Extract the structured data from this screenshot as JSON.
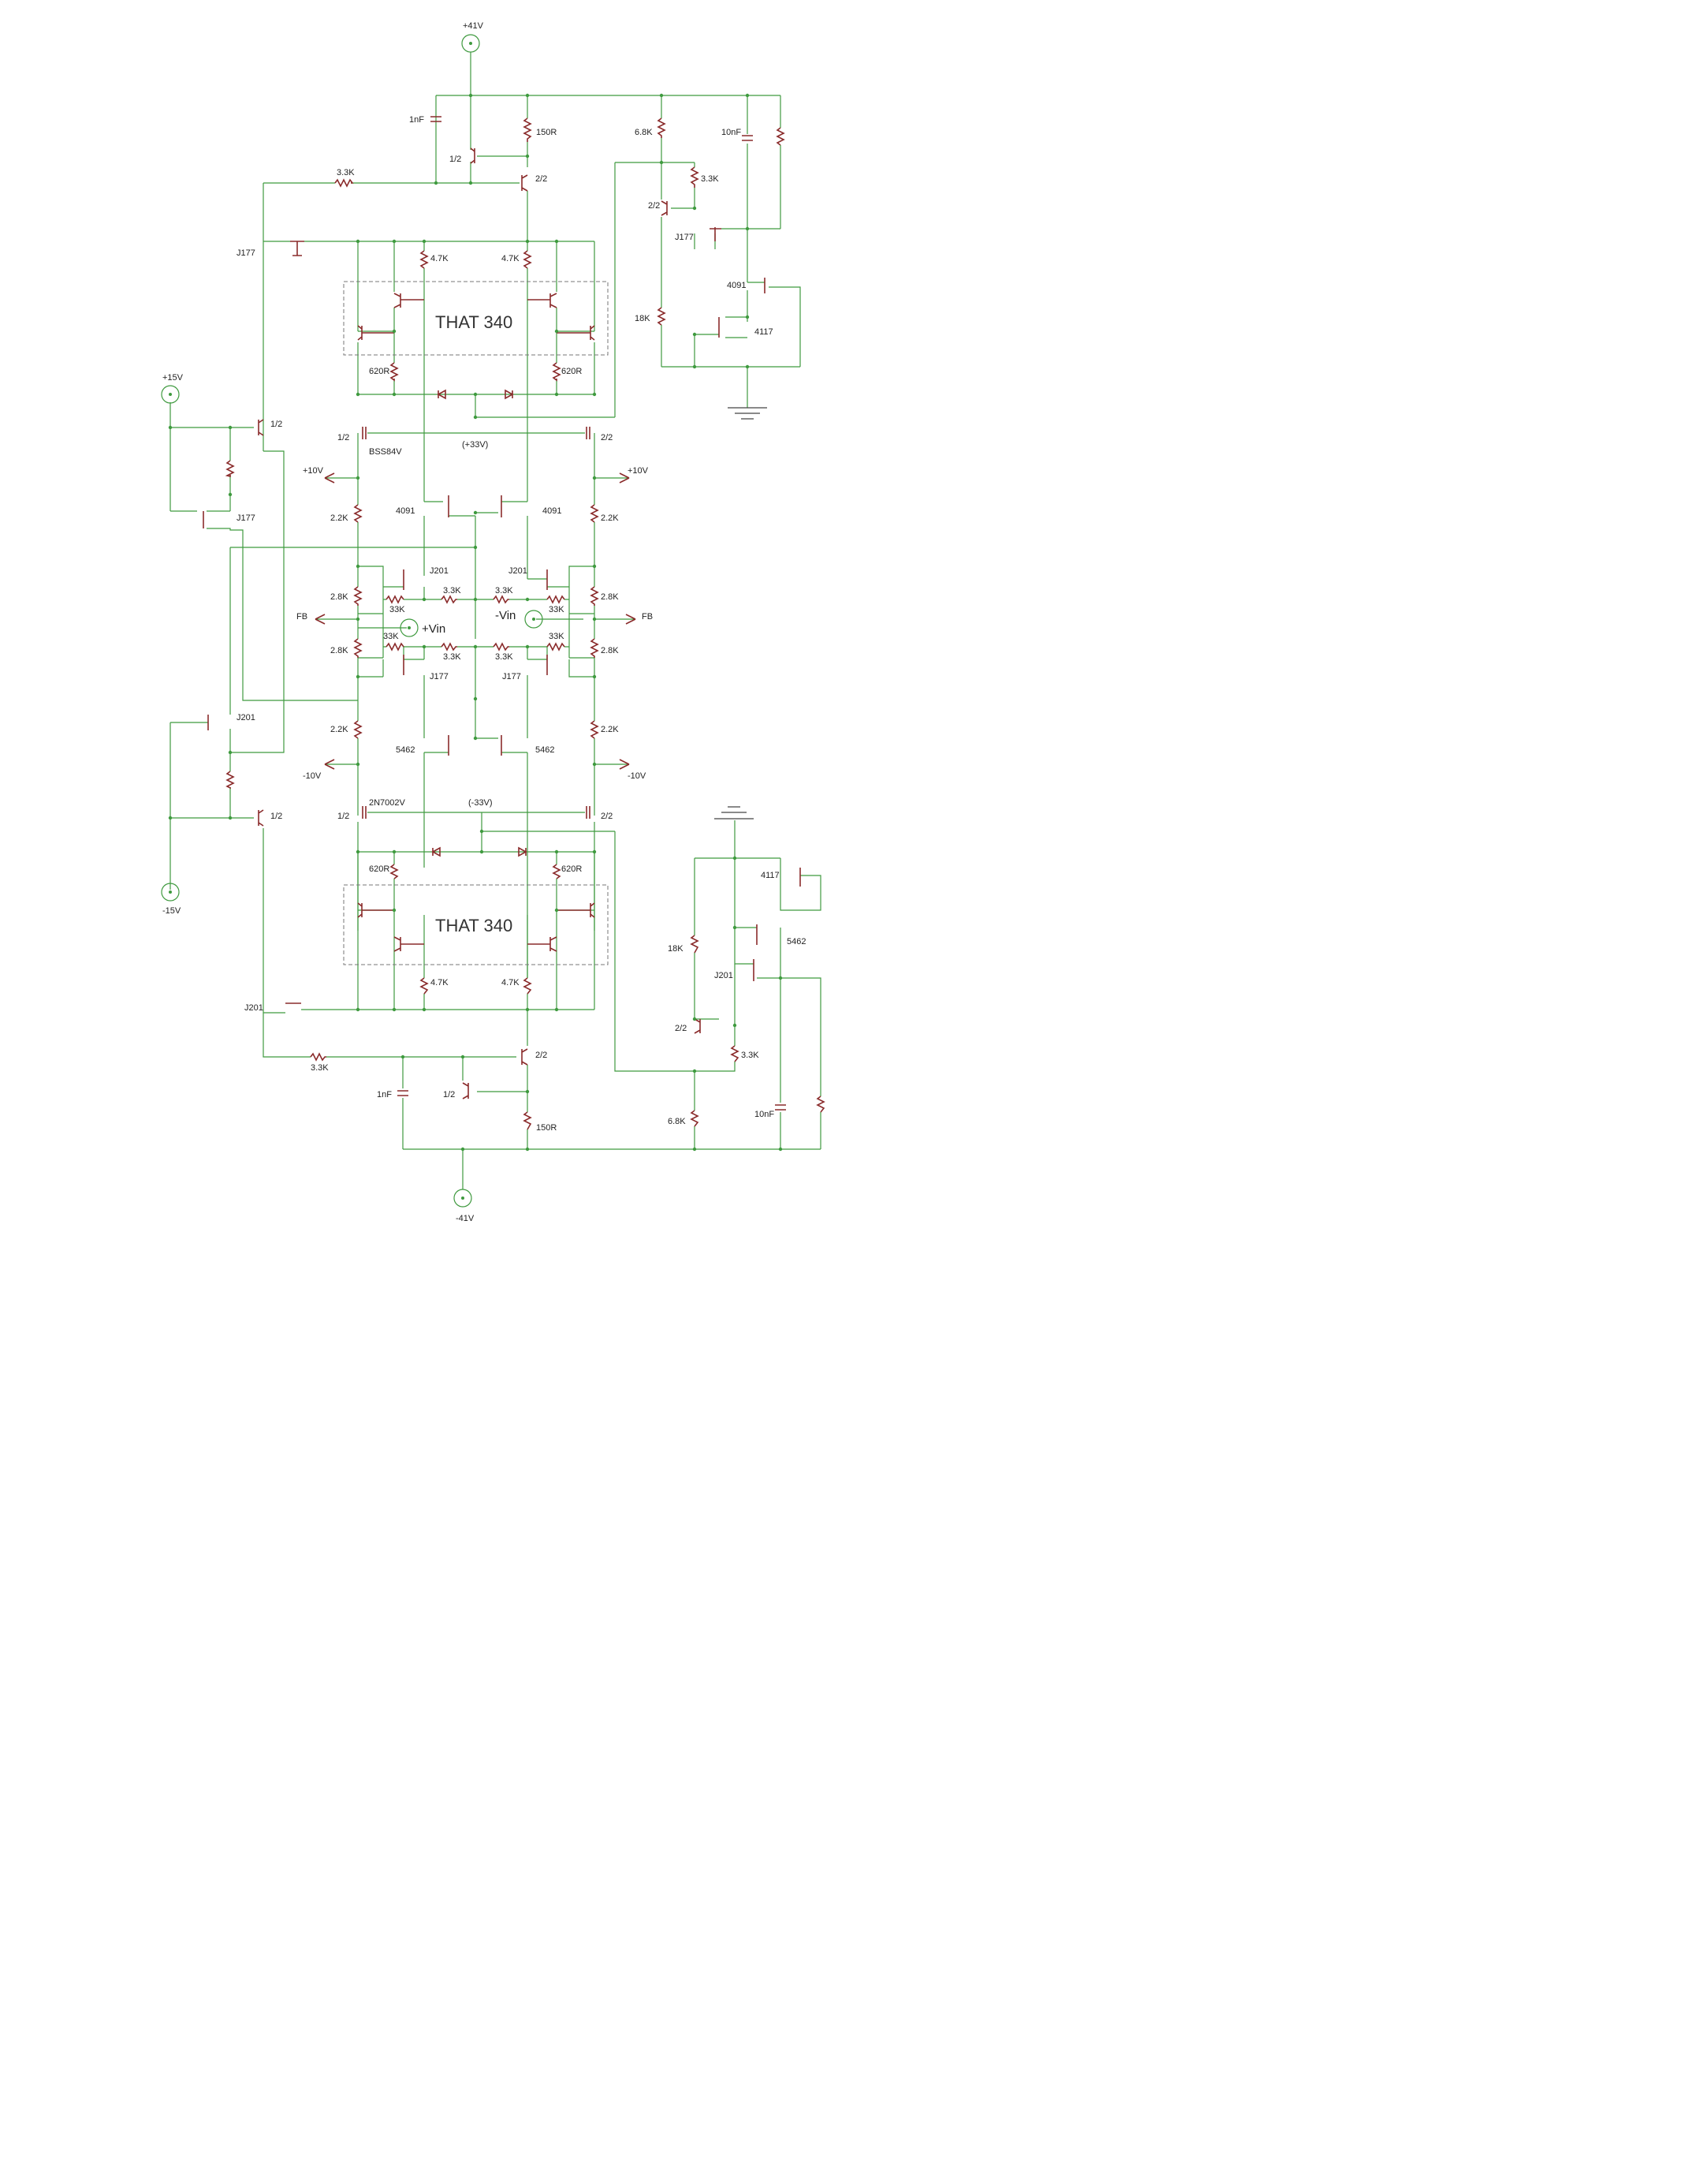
{
  "supplies": {
    "vpos41": "+41V",
    "vneg41": "-41V",
    "vpos15": "+15V",
    "vneg15": "-15V"
  },
  "nodes": {
    "plus33": "(+33V)",
    "minus33": "(-33V)",
    "plus10": "+10V",
    "minus10": "-10V",
    "fb": "FB",
    "vin_plus": "+Vin",
    "vin_minus": "-Vin"
  },
  "ic": {
    "name": "THAT 340"
  },
  "parts": {
    "half1": "1/2",
    "half2": "2/2",
    "j177": "J177",
    "j201": "J201",
    "d4091": "4091",
    "d4117": "4117",
    "d5462": "5462",
    "bss84v": "BSS84V",
    "n7002v": "2N7002V"
  },
  "values": {
    "r150": "150R",
    "r3k3": "3.3K",
    "r4k7": "4.7K",
    "r620": "620R",
    "r2k2": "2.2K",
    "r2k8": "2.8K",
    "r33k": "33K",
    "r6k8": "6.8K",
    "r18k": "18K",
    "c1n": "1nF",
    "c10n": "10nF"
  }
}
